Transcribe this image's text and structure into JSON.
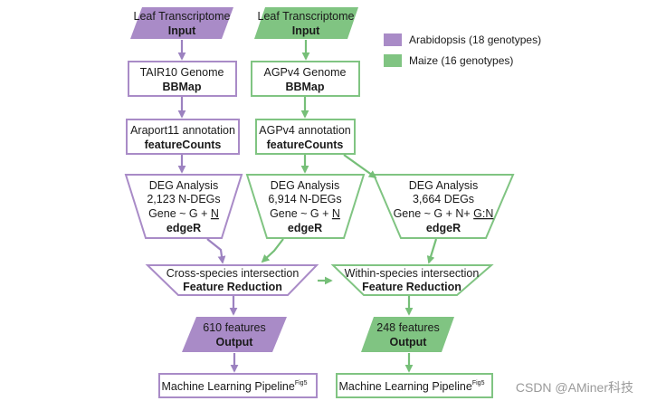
{
  "colors": {
    "arabidopsis": "#a98bc7",
    "maize": "#80c482",
    "arabidopsis_arrow": "#9c82c0",
    "maize_arrow": "#76bf78"
  },
  "legend": {
    "arabidopsis_label": "Arabidopsis (18 genotypes)",
    "maize_label": "Maize (16 genotypes)"
  },
  "arabidopsis": {
    "input": {
      "line1": "Leaf Transcriptome",
      "line2": "Input"
    },
    "genome": {
      "line1": "TAIR10 Genome",
      "line2": "BBMap"
    },
    "annotation": {
      "line1": "Araport11 annotation",
      "line2": "featureCounts"
    },
    "deg": {
      "line1": "DEG Analysis",
      "line2": "2,123 N-DEGs",
      "line3_prefix": "Gene ~ G + ",
      "line3_term": "N",
      "line4": "edgeR"
    },
    "intersection": {
      "line1": "Cross-species intersection",
      "line2": "Feature Reduction"
    },
    "output": {
      "line1": "610 features",
      "line2": "Output"
    },
    "ml": {
      "text": "Machine Learning Pipeline",
      "sup": "Fig5"
    }
  },
  "maize": {
    "input": {
      "line1": "Leaf Transcriptome",
      "line2": "Input"
    },
    "genome": {
      "line1": "AGPv4 Genome",
      "line2": "BBMap"
    },
    "annotation": {
      "line1": "AGPv4 annotation",
      "line2": "featureCounts"
    },
    "deg_n": {
      "line1": "DEG Analysis",
      "line2": "6,914 N-DEGs",
      "line3_prefix": "Gene ~ G + ",
      "line3_term": "N",
      "line4": "edgeR"
    },
    "deg_gn": {
      "line1": "DEG Analysis",
      "line2": "3,664 DEGs",
      "line3_prefix": "Gene ~ G + N+ ",
      "line3_term": "G:N",
      "line4": "edgeR"
    },
    "intersection": {
      "line1": "Within-species intersection",
      "line2": "Feature Reduction"
    },
    "output": {
      "line1": "248 features",
      "line2": "Output"
    },
    "ml": {
      "text": "Machine Learning Pipeline",
      "sup": "Fig5"
    }
  },
  "watermark": "CSDN @AMiner科技"
}
